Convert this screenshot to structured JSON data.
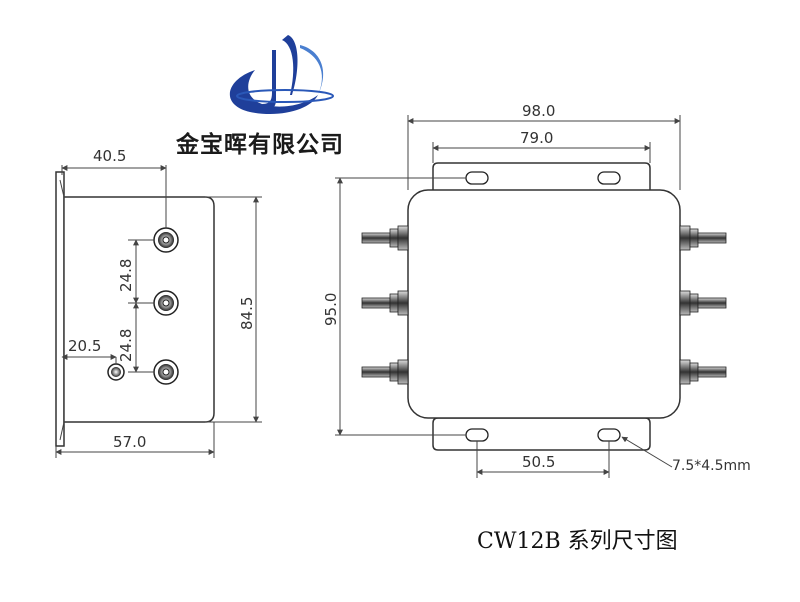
{
  "company_name": "金宝晖有限公司",
  "caption": "CW12B 系列尺寸图",
  "colors": {
    "logo_blue": "#1f3f9a",
    "logo_light": "#4a7fd0",
    "line": "#333333"
  },
  "side_view": {
    "dim_top": "40.5",
    "dim_pitch_upper": "24.8",
    "dim_pitch_lower": "24.8",
    "dim_ground": "20.5",
    "dim_height": "84.5",
    "dim_width": "57.0"
  },
  "front_view": {
    "dim_overall_width": "98.0",
    "dim_hole_spacing_top": "79.0",
    "dim_height": "95.0",
    "dim_hole_spacing_bottom": "50.5",
    "dim_slot_size": "7.5*4.5mm"
  }
}
